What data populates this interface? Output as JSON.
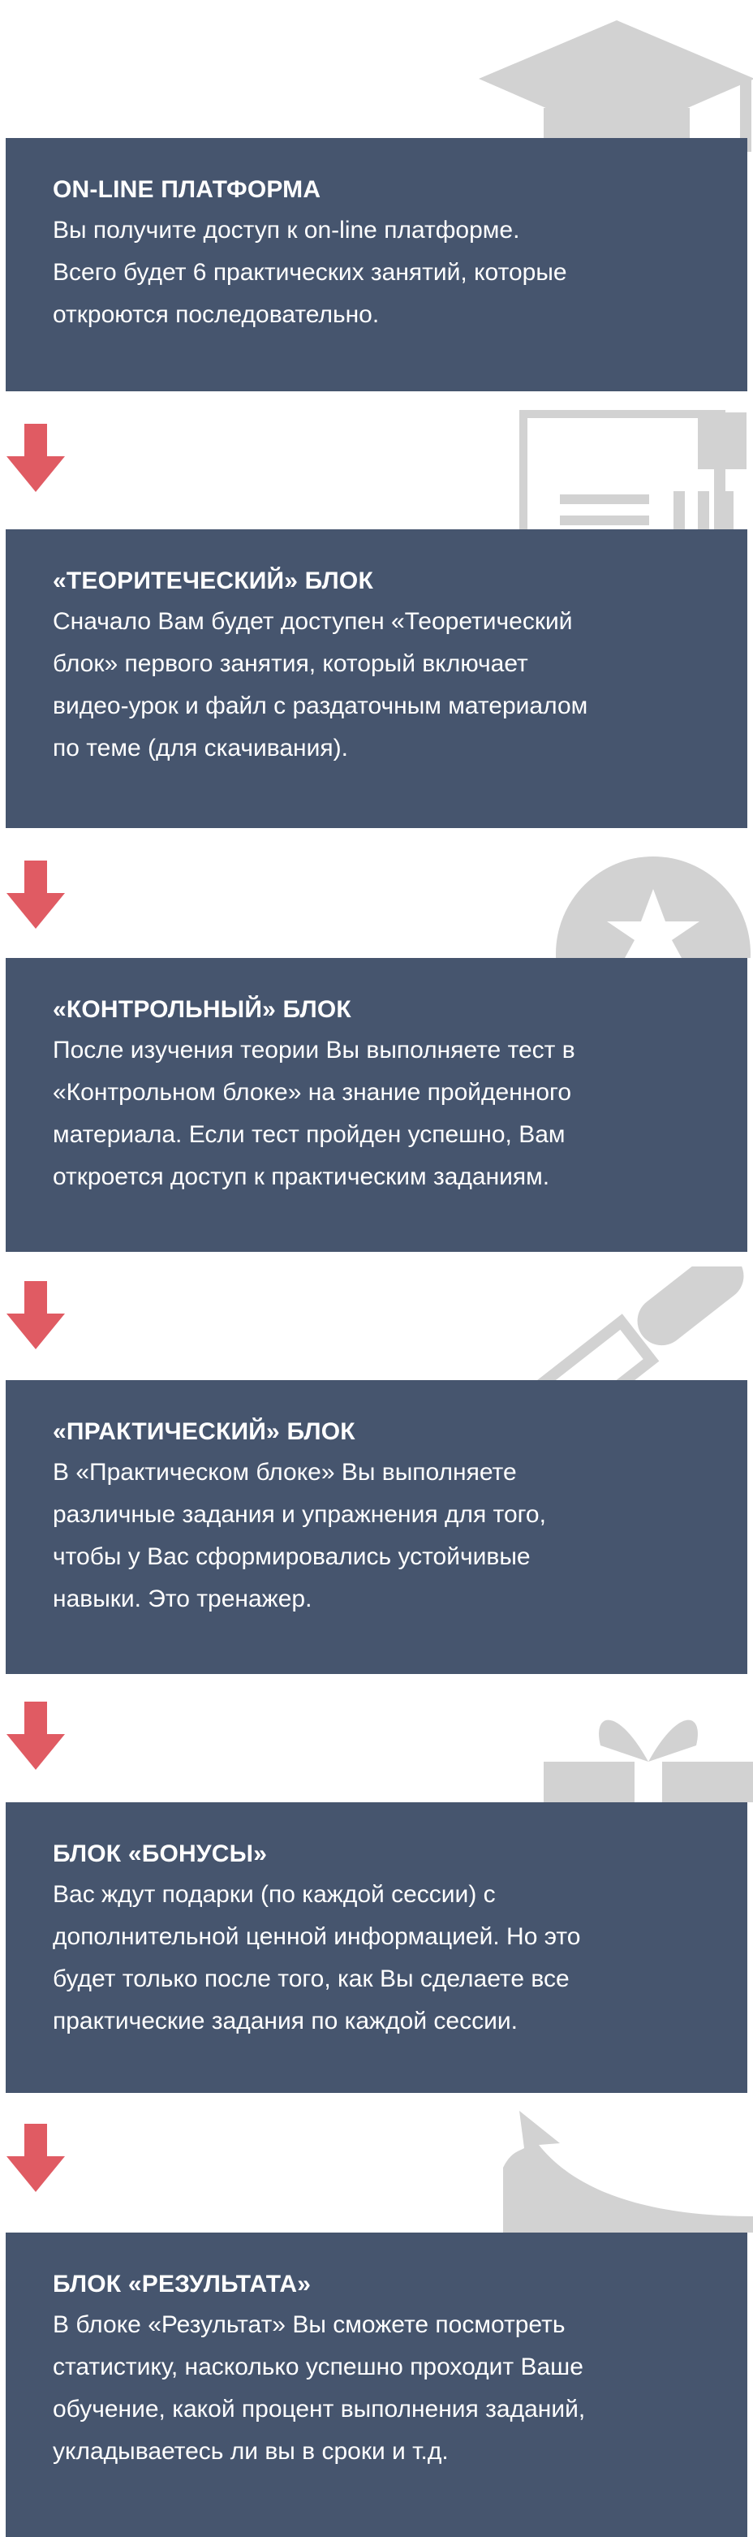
{
  "colors": {
    "card_background": "#46556e",
    "card_text": "#ffffff",
    "arrow": "#e05b63",
    "decor_icon": "#d2d2d2"
  },
  "steps": [
    {
      "title": "ON-LINE ПЛАТФОРМА",
      "text": "Вы получите доступ к on-line платформе.\nВсего будет 6 практических занятий, которые\nоткроются последовательно.",
      "icon": "graduation-cap-icon"
    },
    {
      "title": "«ТЕОРИТЕЧЕСКИЙ» БЛОК",
      "text": "Сначало Вам будет доступен «Теоретический\nблок» первого занятия, который включает\nвидео-урок и файл с раздаточным материалом\nпо теме (для скачивания).",
      "icon": "document-icon"
    },
    {
      "title": "«КОНТРОЛЬНЫЙ» БЛОК",
      "text": "После изучения теории Вы выполняете тест в\n«Контрольном блоке» на знание пройденного\nматериала. Если тест пройден успешно, Вам\nоткроется доступ к практическим заданиям.",
      "icon": "badge-star-icon"
    },
    {
      "title": "«ПРАКТИЧЕСКИЙ» БЛОК",
      "text": "В «Практическом блоке» Вы выполняете\nразличные задания и упражнения для того,\nчтобы у Вас сформировались устойчивые\nнавыки. Это тренажер.",
      "icon": "ruler-pencil-icon"
    },
    {
      "title": "БЛОК «БОНУСЫ»",
      "text": "Вас ждут подарки (по каждой сессии) с\nдополнительной ценной информацией. Но это\nбудет только после того, как Вы сделаете все\nпрактические задания по каждой сессии.",
      "icon": "gift-icon"
    },
    {
      "title": "БЛОК «РЕЗУЛЬТАТА»",
      "text": "В блоке «Результат» Вы сможете посмотреть\nстатистику, насколько успешно проходит Ваше\nобучение, какой процент выполнения заданий,\nукладываетесь ли вы в сроки и т.д.",
      "icon": "growth-arrow-icon"
    }
  ]
}
